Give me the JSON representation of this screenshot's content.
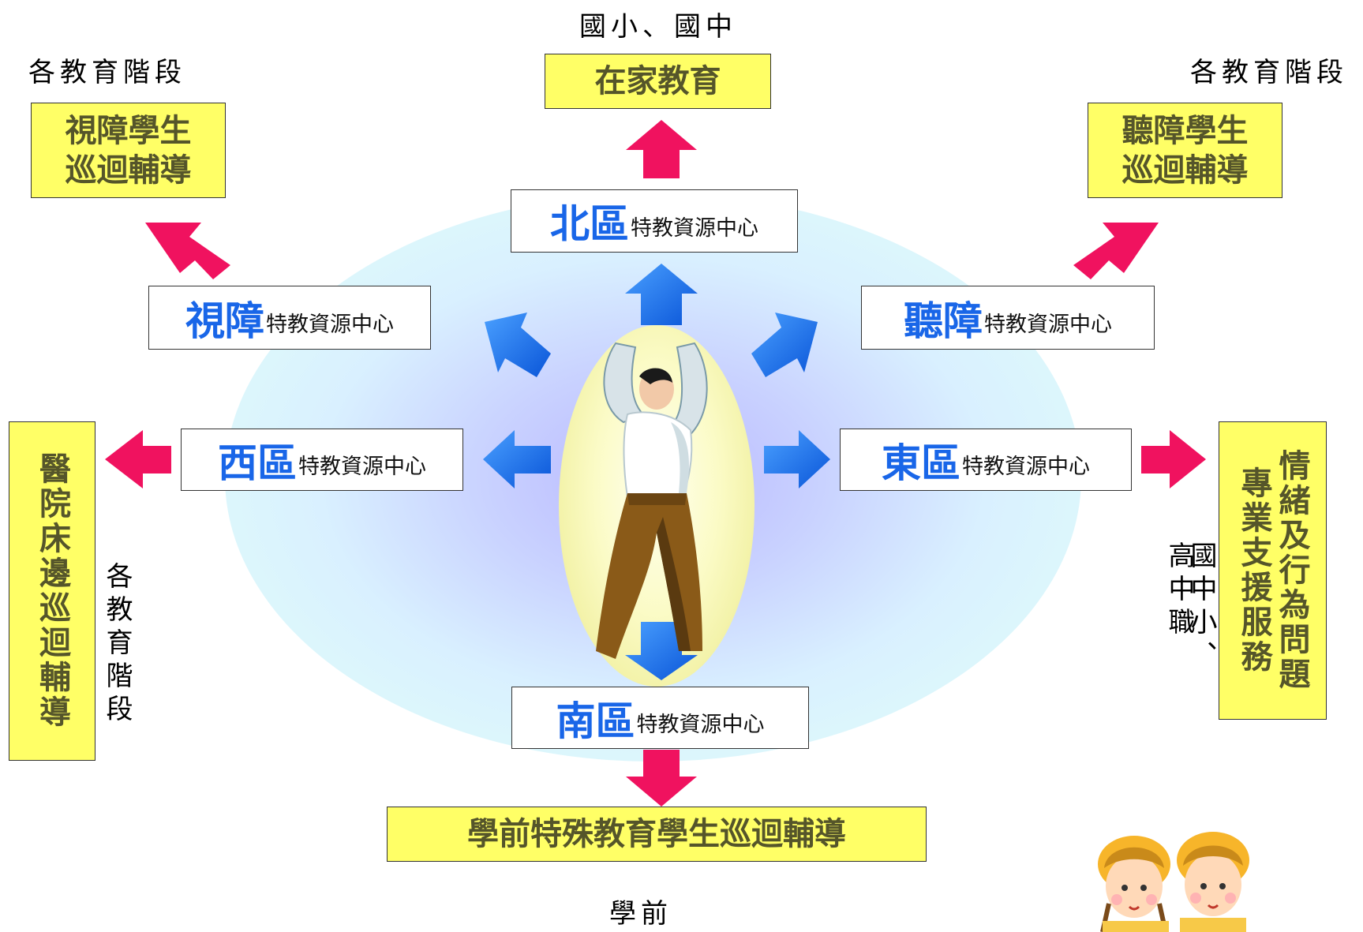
{
  "top_labels": {
    "north": "國小、國中",
    "northwest": "各教育階段",
    "northeast": "各教育階段",
    "south": "學前"
  },
  "side_labels": {
    "west": "各教育階段",
    "east_line1": "國中小、",
    "east_line2": "高中職"
  },
  "service_boxes": {
    "home_education": "在家教育",
    "visual_itinerant_line1": "視障學生",
    "visual_itinerant_line2": "巡迴輔導",
    "hearing_itinerant_line1": "聽障學生",
    "hearing_itinerant_line2": "巡迴輔導",
    "hospital_itinerant": "醫院床邊巡迴輔導",
    "emotional_support_col1": "專業支援服務",
    "emotional_support_col2": "情緒及行為問題",
    "preschool_itinerant": "學前特殊教育學生巡迴輔導"
  },
  "centers": {
    "north": {
      "name": "北區",
      "suffix": "特教資源中心"
    },
    "south": {
      "name": "南區",
      "suffix": "特教資源中心"
    },
    "east": {
      "name": "東區",
      "suffix": "特教資源中心"
    },
    "west": {
      "name": "西區",
      "suffix": "特教資源中心"
    },
    "visual": {
      "name": "視障",
      "suffix": "特教資源中心"
    },
    "hearing": {
      "name": "聽障",
      "suffix": "特教資源中心"
    }
  },
  "colors": {
    "center_name": "#1966e8",
    "blue_arrow": "#1a6ff0",
    "pink_arrow": "#f0125f",
    "service_box": "#ffff66"
  },
  "icons": [
    "person-figure-icon",
    "children-illustration-icon"
  ]
}
